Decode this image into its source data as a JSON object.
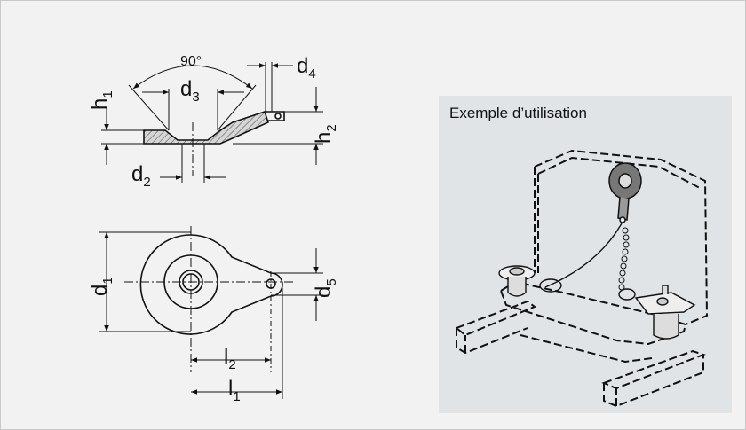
{
  "example": {
    "title": "Exemple d’utilisation"
  },
  "labels": {
    "angle": "90°",
    "d": "d",
    "h": "h",
    "l": "l",
    "s1": "1",
    "s2": "2",
    "s3": "3",
    "s4": "4",
    "s5": "5"
  },
  "colors": {
    "background": "#f2f2f2",
    "panel": "#e1e4e6",
    "line": "#111111",
    "hatch": "#555555"
  }
}
